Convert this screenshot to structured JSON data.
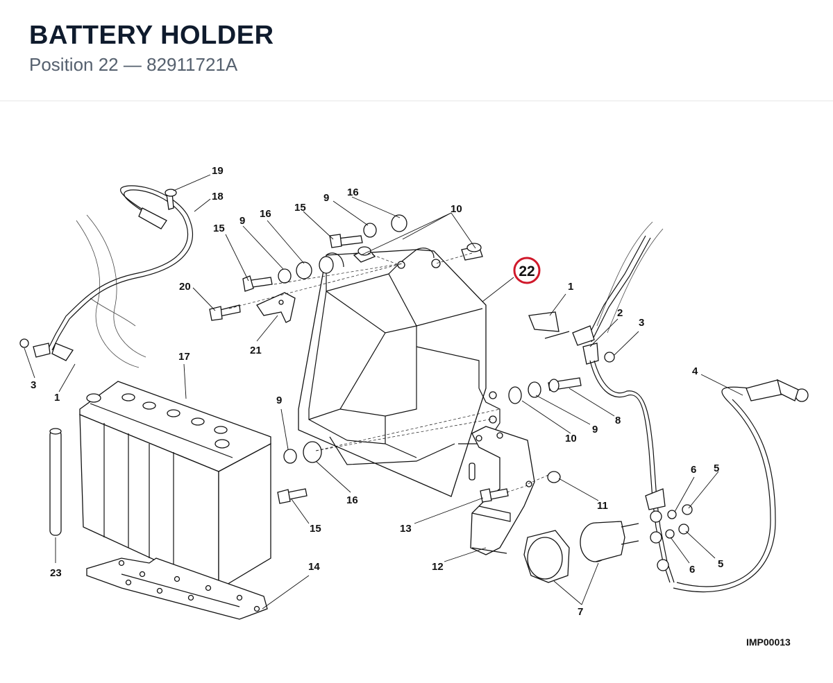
{
  "header": {
    "title": "BATTERY HOLDER",
    "subtitle_position": "Position 22",
    "subtitle_separator": "—",
    "subtitle_part": "82911721A"
  },
  "diagram": {
    "highlight_label": "22",
    "highlight_color": "#d0182a",
    "image_code": "IMP00013",
    "labels": [
      "19",
      "18",
      "16",
      "9",
      "15",
      "10",
      "16",
      "9",
      "15",
      "20",
      "21",
      "1",
      "3",
      "1",
      "2",
      "3",
      "4",
      "17",
      "9",
      "16",
      "15",
      "10",
      "9",
      "8",
      "11",
      "13",
      "12",
      "6",
      "5",
      "6",
      "5",
      "7",
      "23",
      "14"
    ]
  }
}
